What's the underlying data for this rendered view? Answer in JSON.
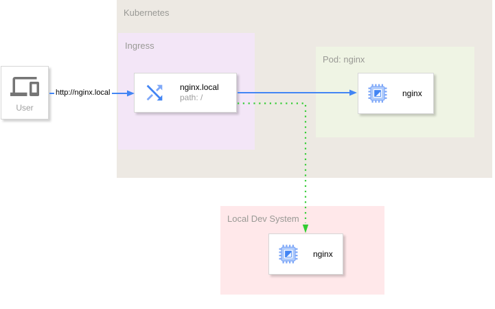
{
  "colors": {
    "blue": "#4285f4",
    "blue_light": "#7fa8f8",
    "green": "#33cc33",
    "icon_gray": "#757575",
    "chip_body": "#b0ccfb",
    "label_gray": "#999995"
  },
  "containers": {
    "kubernetes": {
      "label": "Kubernetes",
      "bg": "#ede9e3"
    },
    "ingress": {
      "label": "Ingress",
      "bg": "#f3e6f7"
    },
    "pod": {
      "label": "Pod: nginx",
      "bg": "#eff4e4"
    },
    "local_dev": {
      "label": "Local Dev System",
      "bg": "#ffe8ea"
    }
  },
  "nodes": {
    "user": {
      "label": "User",
      "icon": "devices-icon"
    },
    "ingress_rule": {
      "title": "nginx.local",
      "subtitle": "path: /",
      "icon": "shuffle-icon"
    },
    "pod_nginx": {
      "label": "nginx",
      "icon": "cpu-icon"
    },
    "local_nginx": {
      "label": "nginx",
      "icon": "cpu-icon"
    }
  },
  "edges": {
    "user_to_ingress": {
      "label": "http://nginx.local",
      "color": "#4285f4",
      "style": "solid"
    },
    "ingress_to_pod": {
      "color": "#4285f4",
      "style": "solid"
    },
    "ingress_to_local": {
      "color": "#33cc33",
      "style": "dotted"
    }
  }
}
